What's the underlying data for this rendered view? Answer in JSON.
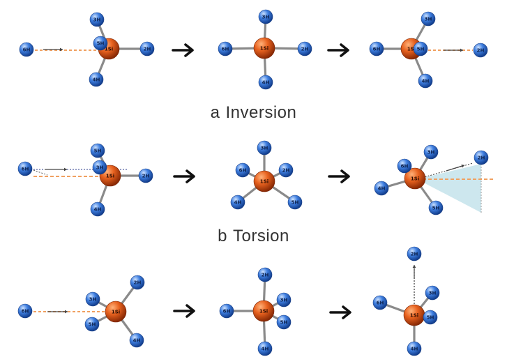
{
  "colors": {
    "si_atom": "#e8621f",
    "h_atom": "#3f7fe0",
    "bond": "#8a8a8a",
    "path_line": "#f0a060",
    "arrow": "#111111",
    "shade": "#c8e4ec"
  },
  "captions": [
    {
      "letter": "a",
      "word": "Inversion"
    },
    {
      "letter": "b",
      "word": "Torsion"
    }
  ],
  "icons": {
    "arrow": "right-arrow-icon"
  },
  "labels": {
    "si": "1Si",
    "h2": "2H",
    "h3": "3H",
    "h4": "4H",
    "h5": "5H",
    "h6": "6H"
  }
}
